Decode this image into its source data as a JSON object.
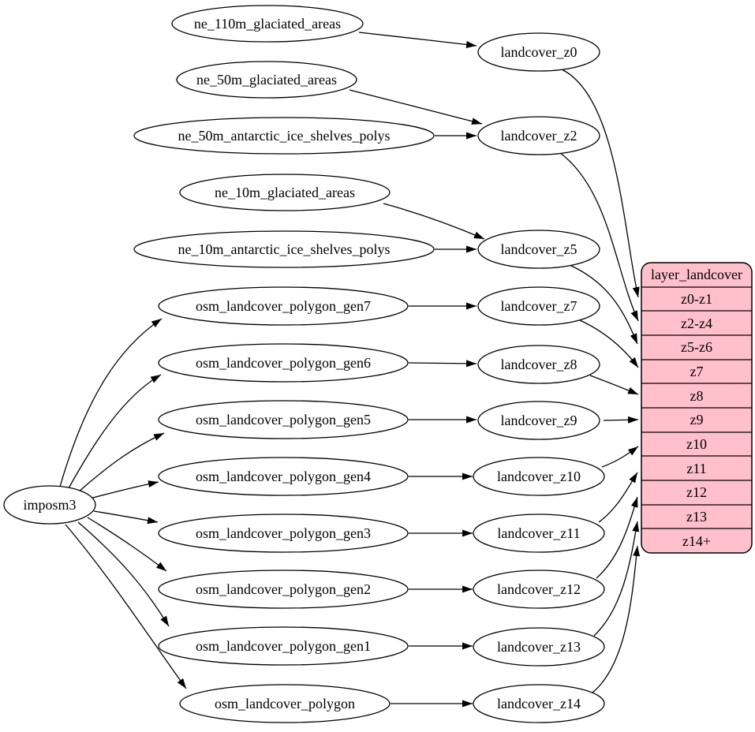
{
  "nodes": {
    "imposm3": "imposm3",
    "ne_110m_glaciated_areas": "ne_110m_glaciated_areas",
    "ne_50m_glaciated_areas": "ne_50m_glaciated_areas",
    "ne_50m_antarctic_ice_shelves_polys": "ne_50m_antarctic_ice_shelves_polys",
    "ne_10m_glaciated_areas": "ne_10m_glaciated_areas",
    "ne_10m_antarctic_ice_shelves_polys": "ne_10m_antarctic_ice_shelves_polys",
    "osm_landcover_polygon_gen7": "osm_landcover_polygon_gen7",
    "osm_landcover_polygon_gen6": "osm_landcover_polygon_gen6",
    "osm_landcover_polygon_gen5": "osm_landcover_polygon_gen5",
    "osm_landcover_polygon_gen4": "osm_landcover_polygon_gen4",
    "osm_landcover_polygon_gen3": "osm_landcover_polygon_gen3",
    "osm_landcover_polygon_gen2": "osm_landcover_polygon_gen2",
    "osm_landcover_polygon_gen1": "osm_landcover_polygon_gen1",
    "osm_landcover_polygon": "osm_landcover_polygon",
    "landcover_z0": "landcover_z0",
    "landcover_z2": "landcover_z2",
    "landcover_z5": "landcover_z5",
    "landcover_z7": "landcover_z7",
    "landcover_z8": "landcover_z8",
    "landcover_z9": "landcover_z9",
    "landcover_z10": "landcover_z10",
    "landcover_z11": "landcover_z11",
    "landcover_z12": "landcover_z12",
    "landcover_z13": "landcover_z13",
    "landcover_z14": "landcover_z14"
  },
  "table": {
    "title": "layer_landcover",
    "rows": [
      "z0-z1",
      "z2-z4",
      "z5-z6",
      "z7",
      "z8",
      "z9",
      "z10",
      "z11",
      "z12",
      "z13",
      "z14+"
    ],
    "fill_color": "#ffc0cb",
    "stroke_color": "#000000"
  }
}
